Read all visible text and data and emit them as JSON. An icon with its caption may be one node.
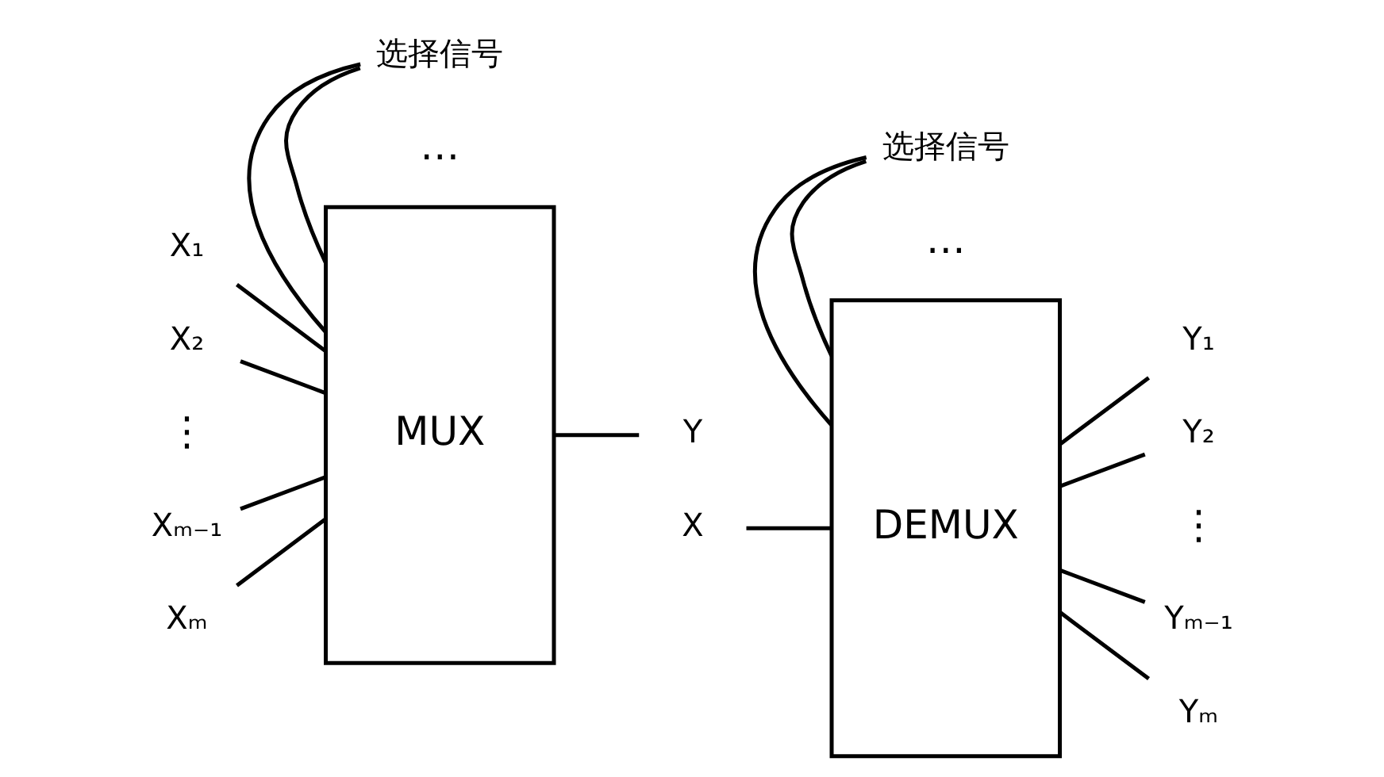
{
  "diagram": {
    "nodes": [
      {
        "text": [
          "MUX"
        ]
      },
      {
        "text": [
          "DEMUX"
        ]
      },
      {
        "text": [
          "选择信号"
        ]
      },
      {
        "text": [
          "选择信号"
        ]
      },
      {
        "text": [
          "X₁"
        ]
      },
      {
        "text": [
          "X₂"
        ]
      },
      {
        "text": [
          "Xₘ₋₁"
        ]
      },
      {
        "text": [
          "Xₘ"
        ]
      },
      {
        "text": [
          "Y"
        ]
      },
      {
        "text": [
          "X"
        ]
      },
      {
        "text": [
          "Y₁"
        ]
      },
      {
        "text": [
          "Y₂"
        ]
      },
      {
        "text": [
          "Yₘ₋₁"
        ]
      },
      {
        "text": [
          "Yₘ"
        ]
      }
    ],
    "edges": [
      {
        "from": 2,
        "to": 0,
        "arrow": "none"
      },
      {
        "from": 2,
        "to": 0,
        "arrow": "none"
      },
      {
        "from": 4,
        "to": 0,
        "arrow": "none"
      },
      {
        "from": 5,
        "to": 0,
        "arrow": "none"
      },
      {
        "from": 6,
        "to": 0,
        "arrow": "none"
      },
      {
        "from": 7,
        "to": 0,
        "arrow": "none"
      },
      {
        "from": 0,
        "to": 8,
        "arrow": "none"
      },
      {
        "from": 3,
        "to": 1,
        "arrow": "none"
      },
      {
        "from": 3,
        "to": 1,
        "arrow": "none"
      },
      {
        "from": 9,
        "to": 1,
        "arrow": "none"
      },
      {
        "from": 1,
        "to": 10,
        "arrow": "none"
      },
      {
        "from": 1,
        "to": 11,
        "arrow": "none"
      },
      {
        "from": 1,
        "to": 12,
        "arrow": "none"
      },
      {
        "from": 1,
        "to": 13,
        "arrow": "none"
      }
    ],
    "labels": [
      "…",
      "…",
      "⋮",
      "⋮"
    ]
  }
}
